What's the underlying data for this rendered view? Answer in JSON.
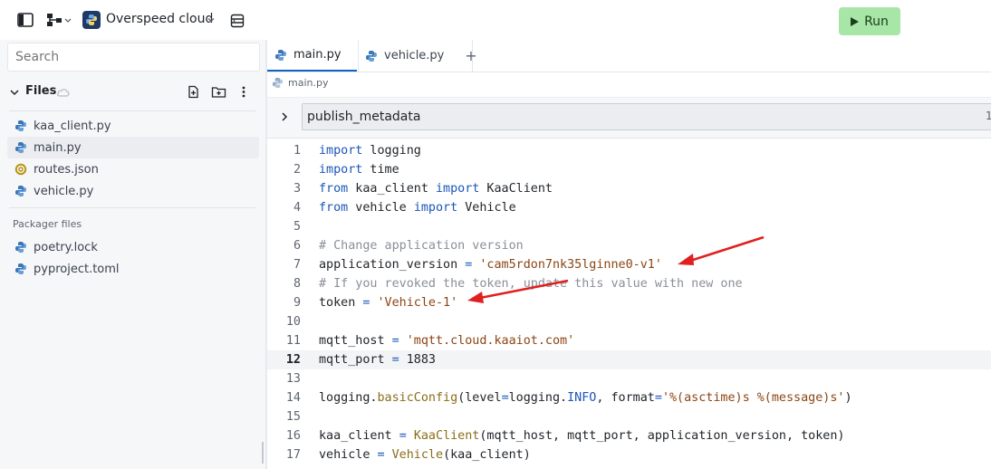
{
  "app": {
    "title": "Overspeed cloud",
    "run_label": "Run"
  },
  "sidebar": {
    "search_placeholder": "Search",
    "files_label": "Files",
    "files": [
      {
        "name": "kaa_client.py",
        "icon": "python-icon",
        "active": false
      },
      {
        "name": "main.py",
        "icon": "python-icon",
        "active": true
      },
      {
        "name": "routes.json",
        "icon": "json-icon",
        "active": false
      },
      {
        "name": "vehicle.py",
        "icon": "python-icon",
        "active": false
      }
    ],
    "packager_label": "Packager files",
    "packager_files": [
      {
        "name": "poetry.lock",
        "icon": "python-icon"
      },
      {
        "name": "pyproject.toml",
        "icon": "python-icon"
      }
    ]
  },
  "editor": {
    "tabs": [
      {
        "label": "main.py",
        "active": true
      },
      {
        "label": "vehicle.py",
        "active": false
      }
    ],
    "breadcrumb": "main.py",
    "outline_symbol": "publish_metadata",
    "outline_count": "1",
    "current_line": 12,
    "lines": [
      {
        "n": "1",
        "text": "import logging"
      },
      {
        "n": "2",
        "text": "import time"
      },
      {
        "n": "3",
        "text": "from kaa_client import KaaClient"
      },
      {
        "n": "4",
        "text": "from vehicle import Vehicle"
      },
      {
        "n": "5",
        "text": ""
      },
      {
        "n": "6",
        "text": "# Change application version"
      },
      {
        "n": "7",
        "text": "application_version = 'cam5rdon7nk35lginne0-v1'"
      },
      {
        "n": "8",
        "text": "# If you revoked the token, update this value with new one"
      },
      {
        "n": "9",
        "text": "token = 'Vehicle-1'"
      },
      {
        "n": "10",
        "text": ""
      },
      {
        "n": "11",
        "text": "mqtt_host = 'mqtt.cloud.kaaiot.com'"
      },
      {
        "n": "12",
        "text": "mqtt_port = 1883"
      },
      {
        "n": "13",
        "text": ""
      },
      {
        "n": "14",
        "text": "logging.basicConfig(level=logging.INFO, format='%(asctime)s %(message)s')"
      },
      {
        "n": "15",
        "text": ""
      },
      {
        "n": "16",
        "text": "kaa_client = KaaClient(mqtt_host, mqtt_port, application_version, token)"
      },
      {
        "n": "17",
        "text": "vehicle = Vehicle(kaa_client)"
      }
    ]
  },
  "colors": {
    "accent": "#0f62c4",
    "run_bg": "#a8e6a8",
    "annotation": "#e02020"
  }
}
